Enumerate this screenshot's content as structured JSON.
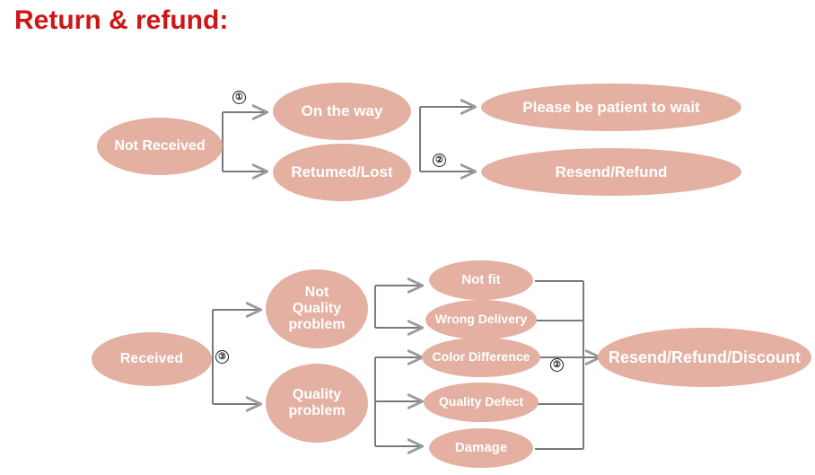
{
  "page": {
    "title": "Return & refund:",
    "title_color": "#cf1616",
    "background": "#ffffff",
    "node_fill": "#e3b0a2",
    "node_text_color": "#ffffff",
    "connector_color": "#7a7a7a",
    "marker_color": "#1a1a1a"
  },
  "flow_not_received": {
    "start": "Not Received",
    "branch_marker": "①",
    "branches": [
      "On the way",
      "Retumed/Lost"
    ],
    "merge_marker": "②",
    "outcomes": [
      "Please be patient to wait",
      "Resend/Refund"
    ]
  },
  "flow_received": {
    "start": "Received",
    "branch_marker": "③",
    "categories": [
      "Not\nQuality\nproblem",
      "Quality\nproblem"
    ],
    "category_not_quality": "Not Quality problem",
    "category_quality": "Quality problem",
    "reasons_not_quality": [
      "Not fit",
      "Wrong Delivery"
    ],
    "reasons_quality": [
      "Color Difference",
      "Quality Defect",
      "Damage"
    ],
    "merge_marker": "②",
    "outcome": "Resend/Refund/Discount"
  }
}
